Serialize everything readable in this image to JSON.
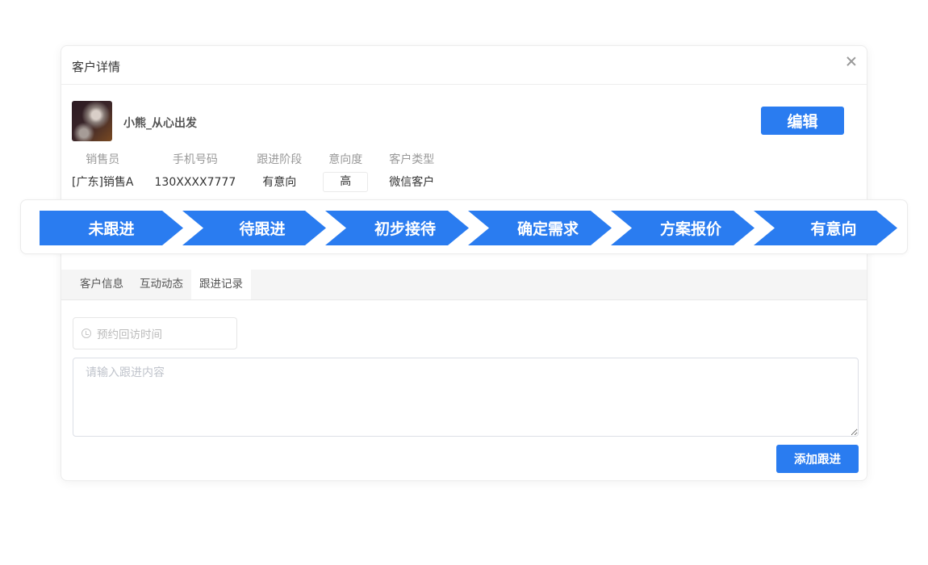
{
  "dialog": {
    "title": "客户详情",
    "close_icon": "close-icon"
  },
  "customer": {
    "name": "小熊_从心出发",
    "avatar": "avatar-photo"
  },
  "edit_button": "编辑",
  "info": {
    "columns": [
      {
        "label": "销售员",
        "value": "[广东]销售A"
      },
      {
        "label": "手机号码",
        "value": "130XXXX7777"
      },
      {
        "label": "跟进阶段",
        "value": "有意向"
      },
      {
        "label": "意向度",
        "value": "高"
      },
      {
        "label": "客户类型",
        "value": "微信客户"
      }
    ]
  },
  "stages": [
    "未跟进",
    "待跟进",
    "初步接待",
    "确定需求",
    "方案报价",
    "有意向"
  ],
  "stage_color": "#2a7cf0",
  "tabs": [
    {
      "label": "客户信息",
      "active": false
    },
    {
      "label": "互动动态",
      "active": false
    },
    {
      "label": "跟进记录",
      "active": true
    }
  ],
  "followup": {
    "date_placeholder": "预约回访时间",
    "date_icon": "clock-icon",
    "content_placeholder": "请输入跟进内容",
    "content_value": "",
    "add_button": "添加跟进"
  }
}
